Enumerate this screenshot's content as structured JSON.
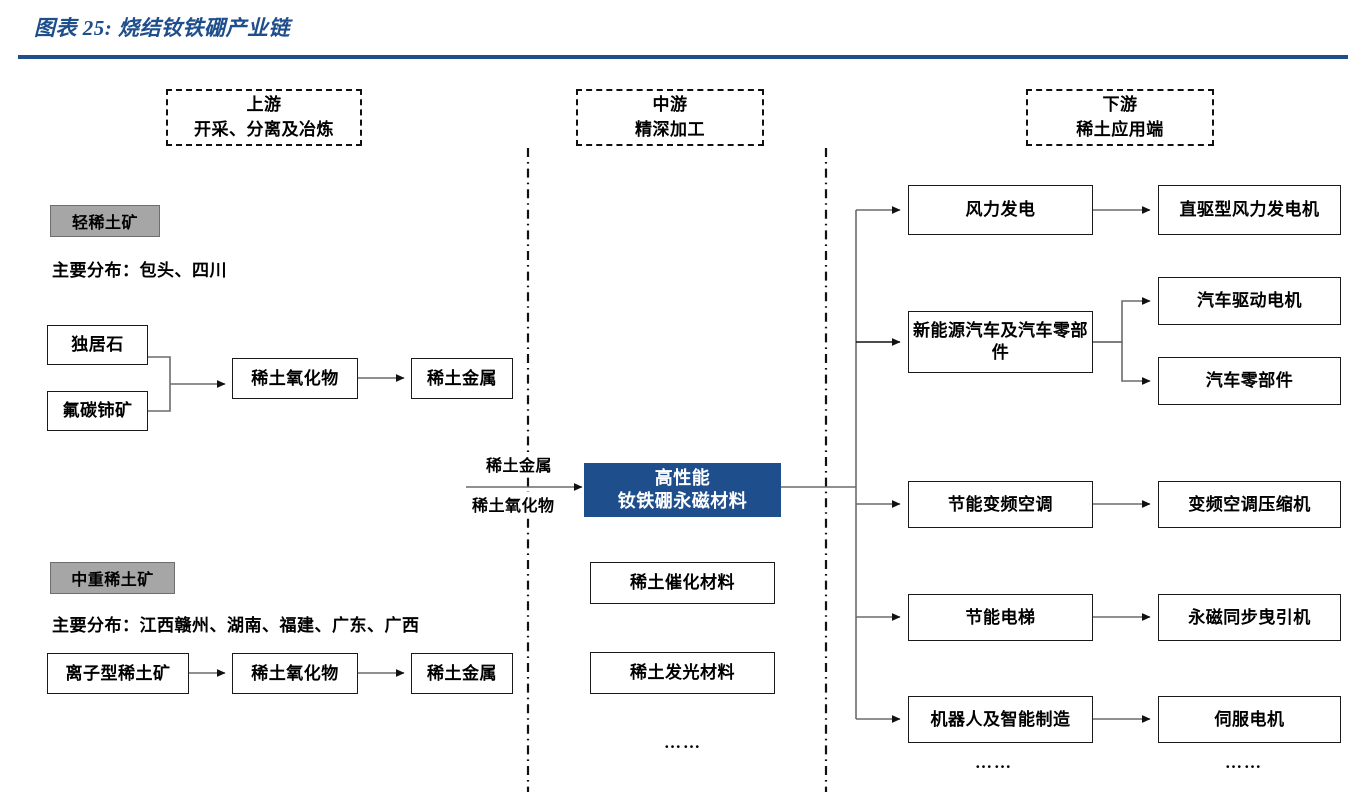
{
  "header": {
    "title": "图表 25: 烧结钕铁硼产业链",
    "accent_color": "#1F4E8C"
  },
  "stages": [
    {
      "id": "upstream",
      "line1": "上游",
      "line2": "开采、分离及冶炼"
    },
    {
      "id": "midstream",
      "line1": "中游",
      "line2": "精深加工"
    },
    {
      "id": "downstream",
      "line1": "下游",
      "line2": "稀土应用端"
    }
  ],
  "upstream": {
    "light": {
      "badge": "轻稀土矿",
      "distribution": "主要分布：包头、四川",
      "ores": [
        "独居石",
        "氟碳铈矿"
      ],
      "oxide": "稀土氧化物",
      "metal": "稀土金属"
    },
    "heavy": {
      "badge": "中重稀土矿",
      "distribution": "主要分布：江西赣州、湖南、福建、广东、广西",
      "ores": [
        "离子型稀土矿"
      ],
      "oxide": "稀土氧化物",
      "metal": "稀土金属"
    }
  },
  "midstream": {
    "feed_labels": [
      "稀土金属",
      "稀土氧化物"
    ],
    "highlight": {
      "line1": "高性能",
      "line2": "钕铁硼永磁材料",
      "color": "#1F4E8C"
    },
    "other_materials": [
      "稀土催化材料",
      "稀土发光材料"
    ],
    "ellipsis": "……"
  },
  "downstream": {
    "applications": [
      {
        "name": "风力发电",
        "products": [
          "直驱型风力发电机"
        ]
      },
      {
        "name": "新能源汽车及汽车零部件",
        "products": [
          "汽车驱动电机",
          "汽车零部件"
        ]
      },
      {
        "name": "节能变频空调",
        "products": [
          "变频空调压缩机"
        ]
      },
      {
        "name": "节能电梯",
        "products": [
          "永磁同步曳引机"
        ]
      },
      {
        "name": "机器人及智能制造",
        "products": [
          "伺服电机"
        ]
      }
    ],
    "ellipsis_app": "……",
    "ellipsis_product": "……"
  }
}
